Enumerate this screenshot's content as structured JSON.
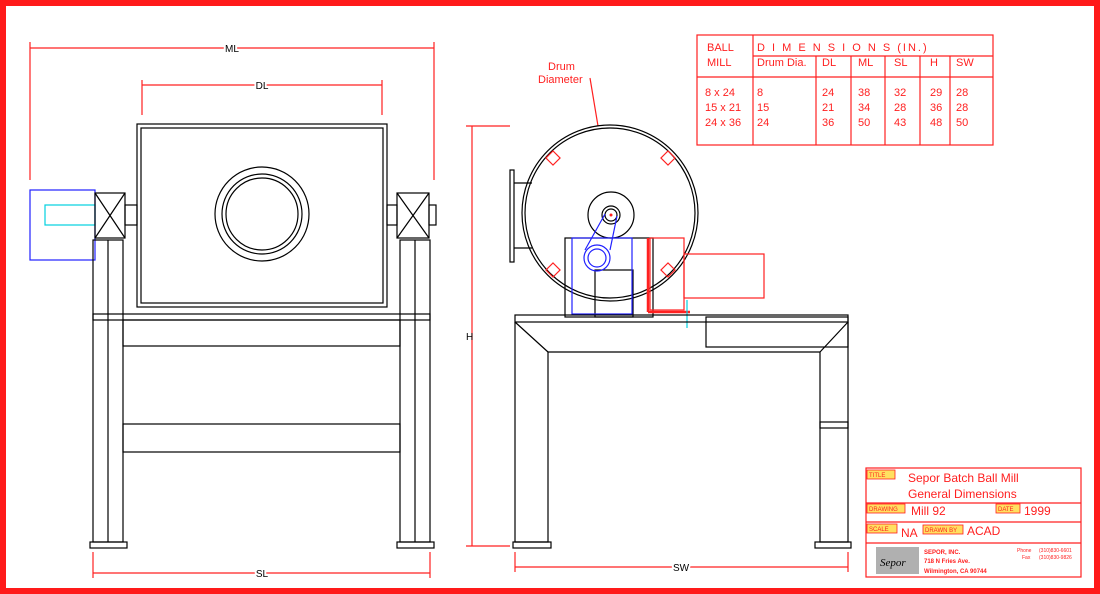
{
  "dimension_labels": {
    "ml": "ML",
    "dl": "DL",
    "sl": "SL",
    "h": "H",
    "sw": "SW",
    "drum_diameter": [
      "Drum",
      "Diameter"
    ]
  },
  "table": {
    "header_left": [
      "BALL",
      "MILL"
    ],
    "header_title": "D I M E N S I O N S  (IN.)",
    "columns": [
      "Drum Dia.",
      "DL",
      "ML",
      "SL",
      "H",
      "SW"
    ],
    "rows": [
      {
        "mill": "8  x 24",
        "values": [
          "8",
          "24",
          "38",
          "32",
          "29",
          "28"
        ]
      },
      {
        "mill": "15 x 21",
        "values": [
          "15",
          "21",
          "34",
          "28",
          "36",
          "28"
        ]
      },
      {
        "mill": "24 x 36",
        "values": [
          "24",
          "36",
          "50",
          "43",
          "48",
          "50"
        ]
      }
    ]
  },
  "title_block": {
    "title_label": "TITLE",
    "title": [
      "Sepor Batch Ball Mill",
      "General Dimensions"
    ],
    "drawing_label": "DRAWING",
    "drawing": "Mill 92",
    "date_label": "DATE",
    "date": "1999",
    "scale_label": "SCALE",
    "scale": "NA",
    "drawn_by_label": "DRAWN BY",
    "drawn_by": "ACAD",
    "company": [
      "SEPOR, INC.",
      "718 N Fries Ave.",
      "Wilmington, CA 90744"
    ],
    "phone_label": "Phone",
    "phone": "(310)830-6601",
    "fax_label": "Fax",
    "fax": "(310)830-9826",
    "logo_text": "Sepor"
  }
}
